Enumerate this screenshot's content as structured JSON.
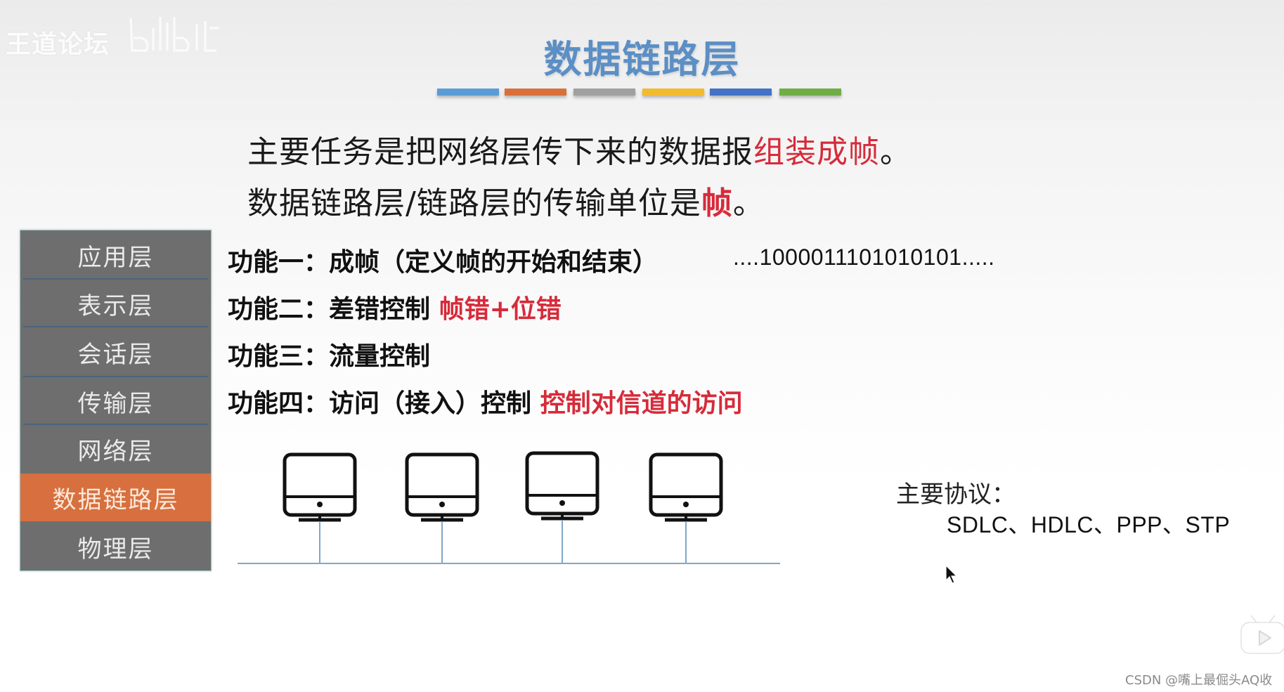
{
  "watermark": {
    "text": "王道论坛",
    "logo_icon": "bilibili-logo-icon"
  },
  "slide": {
    "title": "数据链路层",
    "title_color": "#5b8fc5",
    "color_bars": [
      {
        "color": "#5b9bd5"
      },
      {
        "color": "#d9703c"
      },
      {
        "color": "#a0a0a0"
      },
      {
        "color": "#f2bb2f"
      },
      {
        "color": "#4472c4"
      },
      {
        "color": "#70ad47"
      }
    ],
    "intro": {
      "line1_prefix": "主要任务是把网络层传下来的数据报",
      "line1_highlight": "组装成帧",
      "line1_suffix": "。",
      "line2_prefix": "数据链路层/链路层的传输单位是",
      "line2_highlight": "帧",
      "line2_suffix": "。"
    },
    "osi_layers": [
      {
        "label": "应用层",
        "active": false
      },
      {
        "label": "表示层",
        "active": false
      },
      {
        "label": "会话层",
        "active": false
      },
      {
        "label": "传输层",
        "active": false
      },
      {
        "label": "网络层",
        "active": false
      },
      {
        "label": "数据链路层",
        "active": true
      },
      {
        "label": "物理层",
        "active": false
      }
    ],
    "functions": [
      {
        "label": "功能一：",
        "text": "成帧（定义帧的开始和结束）",
        "highlight": ""
      },
      {
        "label": "功能二：",
        "text": "差错控制",
        "highlight": "帧错+位错"
      },
      {
        "label": "功能三：",
        "text": "流量控制",
        "highlight": ""
      },
      {
        "label": "功能四：",
        "text": "访问（接入）控制",
        "highlight": "控制对信道的访问"
      }
    ],
    "bit_stream": "....1000011101010101.....",
    "network_diagram": {
      "computers": [
        {
          "icon": "computer-monitor-icon"
        },
        {
          "icon": "computer-monitor-icon"
        },
        {
          "icon": "computer-monitor-icon"
        },
        {
          "icon": "computer-monitor-icon"
        }
      ],
      "bus_color": "#7fa7c9"
    },
    "protocols": {
      "label": "主要协议：",
      "list": "SDLC、HDLC、PPP、STP"
    },
    "highlight_color": "#d62b3a",
    "active_layer_color": "#d7703e",
    "layer_bg_color": "#6e6e6e"
  },
  "overlay": {
    "player_icon": "bilibili-tv-play-icon",
    "cursor_icon": "mouse-pointer-icon",
    "csdn_watermark": "CSDN @嘴上最倔头AQ收"
  }
}
